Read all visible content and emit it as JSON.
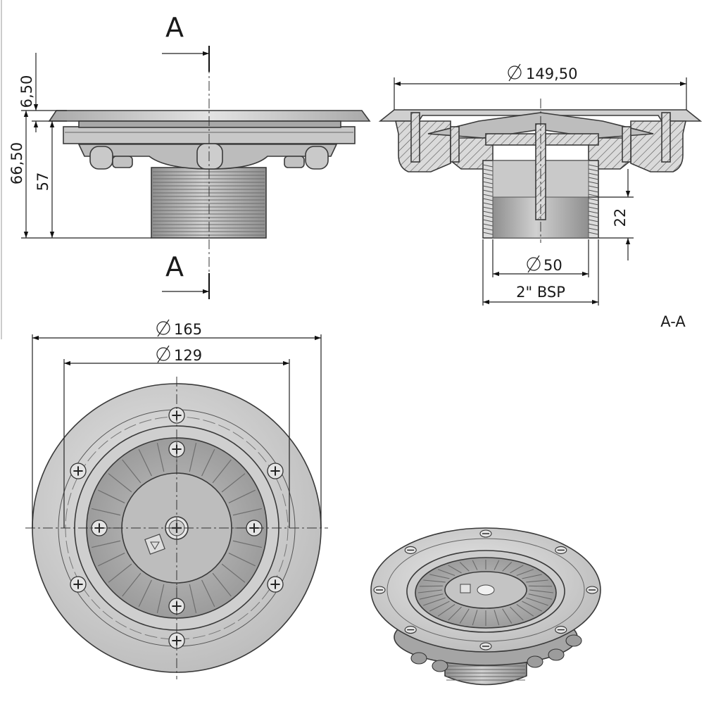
{
  "section_labels": {
    "top": "A",
    "bottom": "A",
    "view": "A-A"
  },
  "dimensions": {
    "d165": "165",
    "d129": "129",
    "d149_50": "149,50",
    "d50": "50",
    "bsp": "2\" BSP",
    "h66_50": "66,50",
    "h6_50": "6,50",
    "h57": "57",
    "h22": "22"
  },
  "colors": {
    "line": "#1a1a1a",
    "metal_light": "#d6d6d6",
    "metal_mid": "#b4b4b4",
    "metal_dark": "#8e8e8e"
  }
}
